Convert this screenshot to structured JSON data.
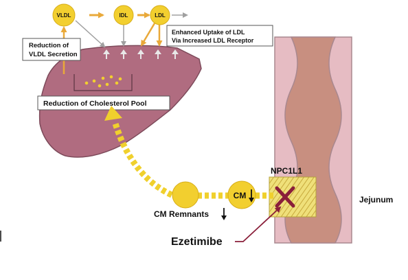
{
  "lipoproteins": {
    "vldl": "VLDL",
    "idl": "IDL",
    "ldl": "LDL"
  },
  "labels": {
    "vldl_secretion_line1": "Reduction of",
    "vldl_secretion_line2": "VLDL Secretion",
    "ldl_uptake_line1": "Enhanced Uptake of LDL",
    "ldl_uptake_line2": "Via Increased LDL Receptor",
    "cholesterol_pool": "Reduction of Cholesterol Pool",
    "transporter": "NPC1L1",
    "chylomicron": "CM",
    "cm_remnants": "CM Remnants",
    "drug": "Ezetimibe",
    "intestine": "Jejunum"
  },
  "colors": {
    "liver": "#b06c80",
    "liver_outline": "#7d4a5a",
    "particle": "#f2cf2f",
    "particle_outline": "#d7ad18",
    "arrow_orange": "#e9a93a",
    "intestine_wall": "#e6bcc3",
    "intestine_lumen": "#c88f80",
    "inhibitor_x": "#8a1f3a"
  },
  "icons": {
    "cm_decrease": "down-arrow-icon",
    "remnant_decrease": "down-arrow-icon",
    "inhibition": "x-mark-icon"
  }
}
